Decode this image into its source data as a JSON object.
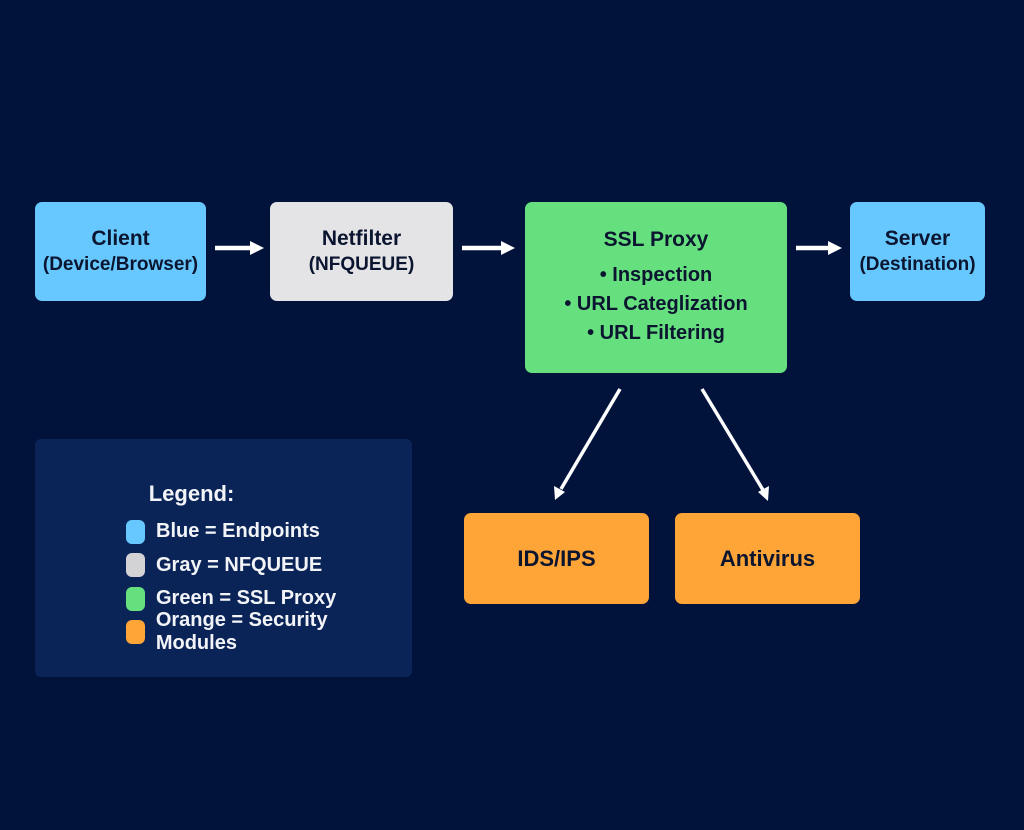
{
  "nodes": {
    "client": {
      "title": "Client",
      "subtitle": "(Device/Browser)",
      "color": "#66c8ff"
    },
    "netfilter": {
      "title": "Netfilter",
      "subtitle": "(NFQUEUE)",
      "color": "#e4e4e6"
    },
    "ssl_proxy": {
      "title": "SSL Proxy",
      "bullets": [
        "• Inspection",
        "• URL Categlization",
        "• URL Filtering"
      ],
      "color": "#66e07e"
    },
    "server": {
      "title": "Server",
      "subtitle": "(Destination)",
      "color": "#66c8ff"
    },
    "ids_ips": {
      "title": "IDS/IPS",
      "color": "#ffa436"
    },
    "antivirus": {
      "title": "Antivirus",
      "color": "#ffa436"
    }
  },
  "edges": [
    {
      "from": "client",
      "to": "netfilter"
    },
    {
      "from": "netfilter",
      "to": "ssl_proxy"
    },
    {
      "from": "ssl_proxy",
      "to": "server"
    },
    {
      "from": "ssl_proxy",
      "to": "ids_ips"
    },
    {
      "from": "ssl_proxy",
      "to": "antivirus"
    }
  ],
  "legend": {
    "title": "Legend:",
    "items": [
      {
        "label": "Blue = Endpoints",
        "color": "#66c8ff"
      },
      {
        "label": "Gray = NFQUEUE",
        "color": "#d3d3d6"
      },
      {
        "label": "Green = SSL Proxy",
        "color": "#66e07e"
      },
      {
        "label": "Orange = Security Modules",
        "color": "#ffa436"
      }
    ]
  },
  "colors": {
    "background": "#01133a",
    "arrow": "#ffffff",
    "legend_panel": "#0b2458"
  }
}
